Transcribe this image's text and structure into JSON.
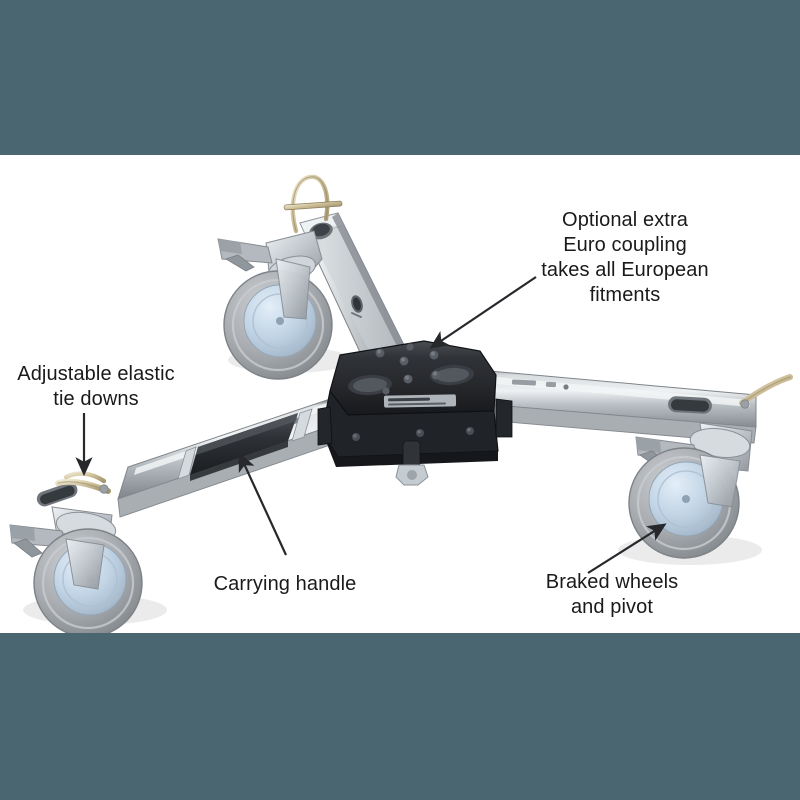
{
  "image": {
    "subject": "Adjustable folding boat / trailer dolly with three braked swivel castor wheels",
    "background_color": "#ffffff",
    "letterbox_color": "#4a6670",
    "callout_text_color": "#1a1a1a"
  },
  "callouts": [
    {
      "id": "euro-coupling",
      "text": "Optional extra\nEuro coupling\ntakes all European\nfitments",
      "arrow": "points down-left to central black hub plate"
    },
    {
      "id": "tie-downs",
      "text": "Adjustable elastic\ntie downs",
      "arrow": "points straight down to brass hook on left arm"
    },
    {
      "id": "carrying-handle",
      "text": "Carrying handle",
      "arrow": "points up-left to black rubber grip on left arm"
    },
    {
      "id": "braked-wheels",
      "text": "Braked wheels\nand pivot",
      "arrow": "points up-right to the right-hand castor wheel"
    }
  ],
  "product_parts": {
    "hub_color": "#2a2c30",
    "arm_color": "#b8bcc0",
    "arm_highlight": "#e4e7ea",
    "arm_shadow": "#8e9398",
    "wheel_tyre_color": "#a9adb1",
    "wheel_hub_color": "#c2d4e4",
    "brass_clip_color": "#cfc19a",
    "handle_grip_color": "#2e3034",
    "wheel_count": 3,
    "arm_count": 3
  }
}
